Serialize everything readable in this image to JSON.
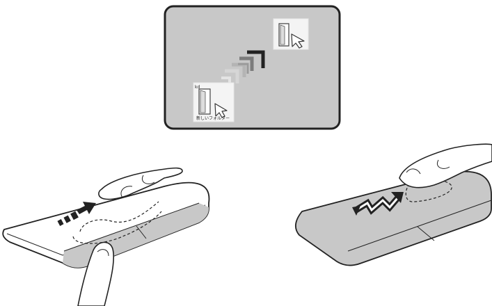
{
  "screen": {
    "bg": "#c8c8c8",
    "border": "#222222",
    "folder_start_caption": "新しいフォルダー",
    "folder_start_badge": "kd",
    "cursor_icon": "arrow-cursor-icon"
  },
  "drag_arrows": {
    "colors": [
      "#d6d6d6",
      "#b4b4b4",
      "#7c7c7c",
      "#222222"
    ]
  },
  "left_touchpad": {
    "fill": "#ffffff",
    "button_fill": "#c8c8c8",
    "gesture": "tap-and-drag",
    "arrow_icon": "up-right-arrow-icon"
  },
  "right_touchpad": {
    "fill": "#c8c8c8",
    "gesture": "double-tap-drag",
    "arrow_icon": "zigzag-arrow-icon"
  }
}
